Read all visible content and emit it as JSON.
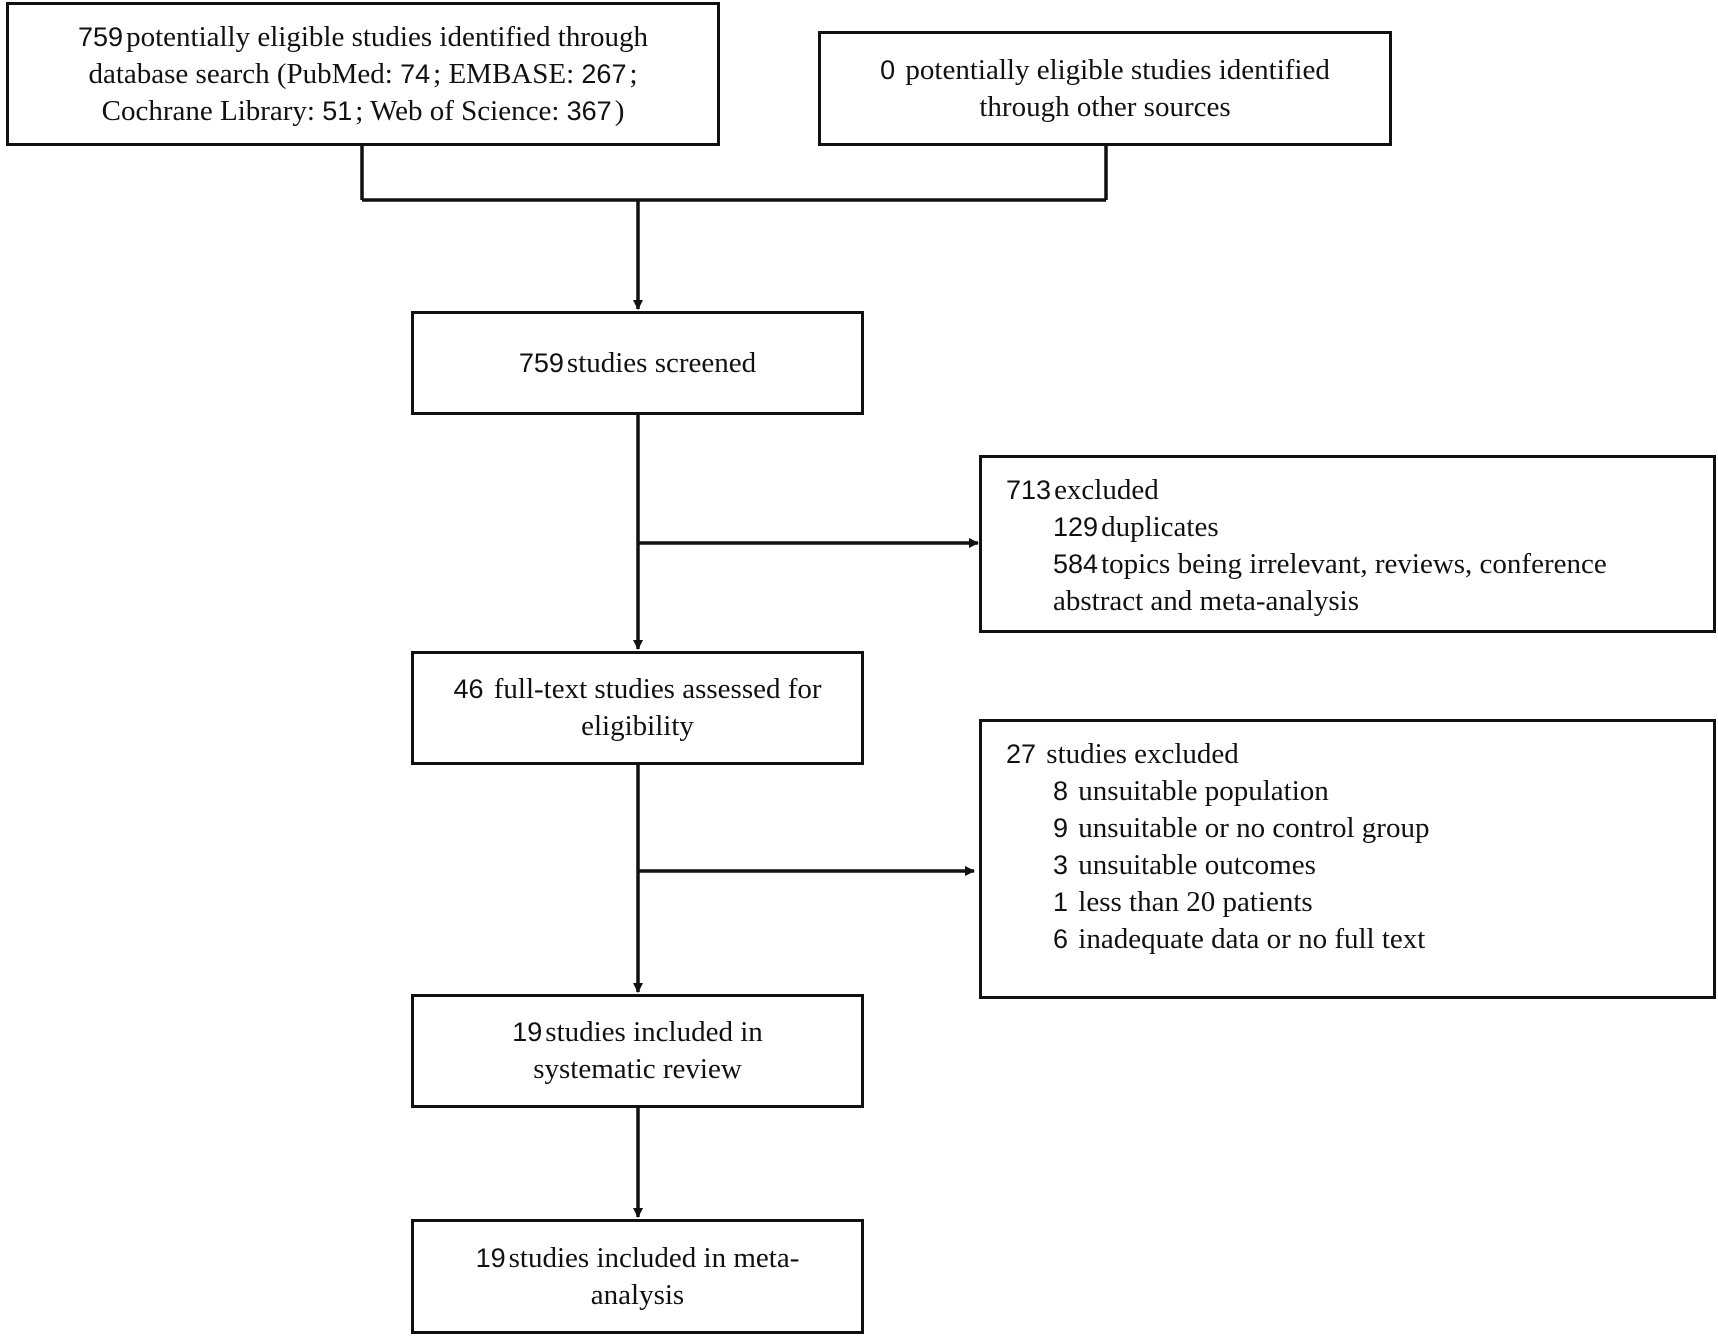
{
  "identification": {
    "database": {
      "count": "759",
      "line1_text": "potentially eligible studies identified through",
      "line2_pre": "database search (PubMed: ",
      "pubmed": "74",
      "line2_mid": "; EMBASE: ",
      "embase": "267",
      "line2_end": ";",
      "line3_pre": "Cochrane Library: ",
      "cochrane": "51",
      "line3_mid": "; Web of Science: ",
      "wos": "367",
      "line3_end": ")"
    },
    "other": {
      "count": "0",
      "line1_text": "potentially eligible studies identified",
      "line2": "through other sources"
    }
  },
  "screened": {
    "count": "759",
    "text": "studies screened"
  },
  "excluded1": {
    "count": "713",
    "text": "excluded",
    "items": [
      {
        "count": "129",
        "line1": "duplicates",
        "line2": ""
      },
      {
        "count": "584",
        "line1": "topics being irrelevant, reviews, conference",
        "line2": "abstract and meta-analysis"
      }
    ]
  },
  "eligibility": {
    "count": "46",
    "line1_text": "full-text studies assessed for",
    "line2": "eligibility"
  },
  "excluded2": {
    "count": "27",
    "text": "studies excluded",
    "items": [
      {
        "count": "8",
        "text": "unsuitable population"
      },
      {
        "count": "9",
        "text": "unsuitable or no control group"
      },
      {
        "count": "3",
        "text": "unsuitable outcomes"
      },
      {
        "count": "1",
        "text": "less than 20 patients"
      },
      {
        "count": "6",
        "text": "inadequate data or no full text"
      }
    ]
  },
  "review": {
    "count": "19",
    "line1_text": "studies included in",
    "line2": "systematic review"
  },
  "meta": {
    "count": "19",
    "line1_text": "studies included in meta-",
    "line2": "analysis"
  }
}
